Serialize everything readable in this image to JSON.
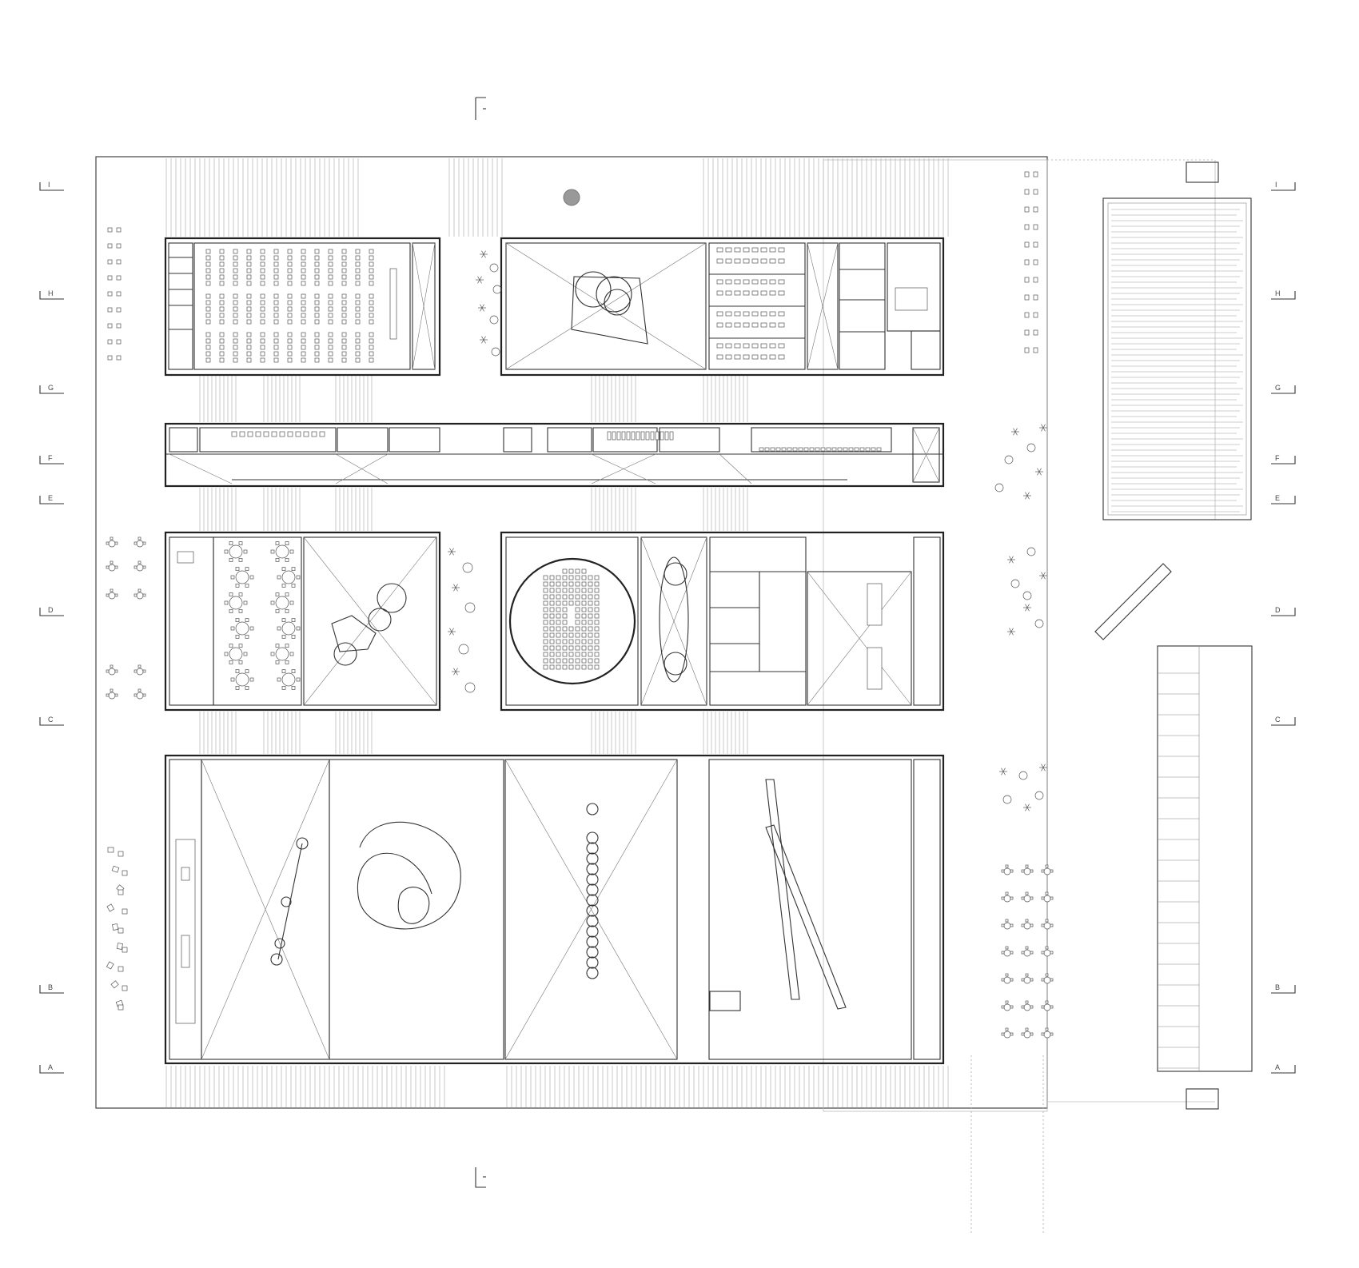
{
  "drawing": {
    "type": "architectural-floor-plan",
    "line_color": "#222222",
    "background": "#ffffff",
    "accent_fill": "#999999"
  },
  "grid_axes": {
    "left": [
      "I",
      "H",
      "G",
      "F",
      "E",
      "D",
      "C",
      "B",
      "A"
    ],
    "right": [
      "I",
      "H",
      "G",
      "F",
      "E",
      "D",
      "C",
      "B",
      "A"
    ]
  },
  "section_marks": [
    "section-cut-top",
    "section-cut-bottom"
  ]
}
